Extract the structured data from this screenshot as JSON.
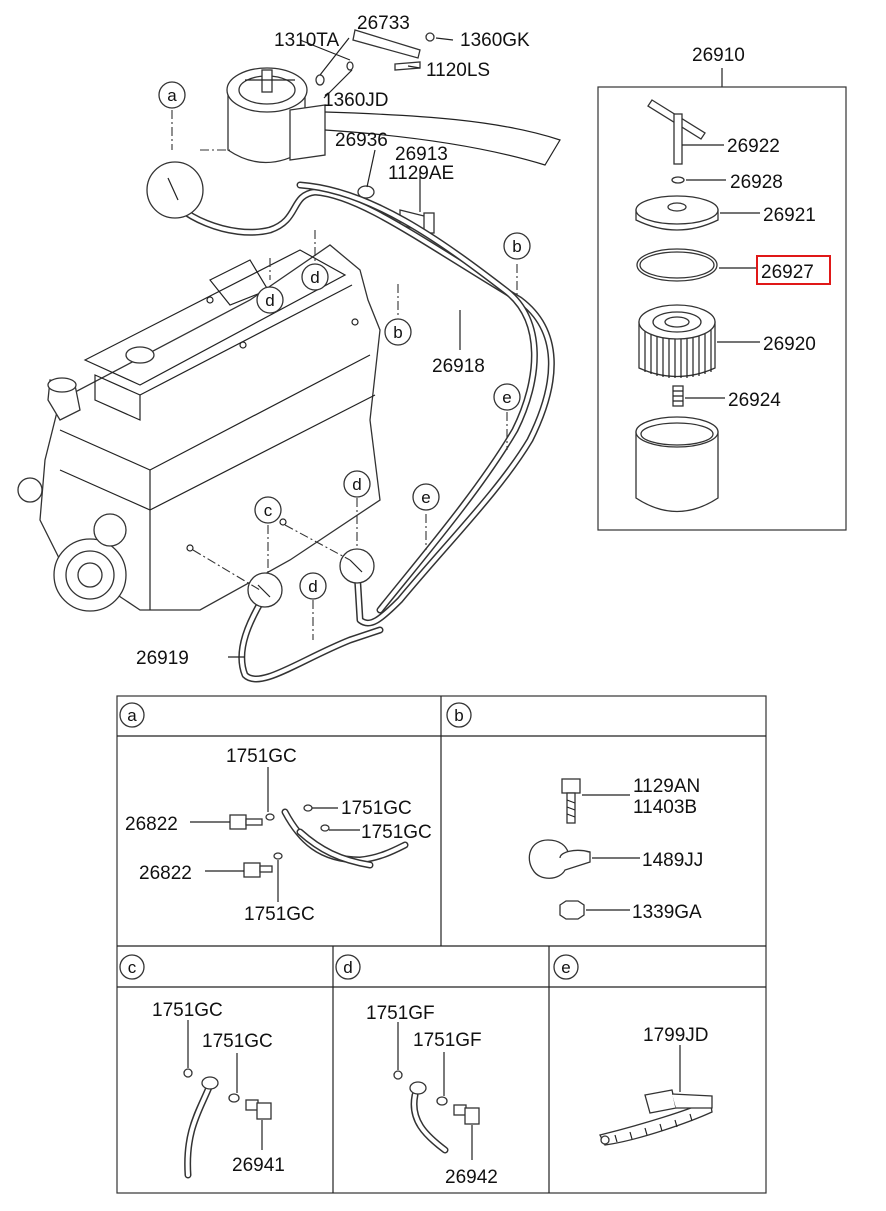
{
  "main_labels": {
    "p26733": "26733",
    "p1310TA": "1310TA",
    "p1360GK": "1360GK",
    "p1120LS": "1120LS",
    "p1360JD": "1360JD",
    "p26936": "26936",
    "p26913": "26913",
    "p1129AE": "1129AE",
    "p26918": "26918",
    "p26919": "26919"
  },
  "callouts": {
    "a": "a",
    "b1": "b",
    "b2": "b",
    "d1": "d",
    "d2": "d",
    "d3": "d",
    "d4": "d",
    "c": "c",
    "e1": "e",
    "e2": "e"
  },
  "filter_assembly": {
    "title": "26910",
    "parts": [
      "26922",
      "26928",
      "26921",
      "26927",
      "26920",
      "26924"
    ],
    "highlighted": "26927",
    "highlight_color": "#e01818"
  },
  "detail_a": {
    "letter": "a",
    "labels": [
      "1751GC",
      "1751GC",
      "1751GC",
      "1751GC",
      "26822",
      "26822"
    ]
  },
  "detail_b": {
    "letter": "b",
    "labels": [
      "1129AN",
      "11403B",
      "1489JJ",
      "1339GA"
    ]
  },
  "detail_c": {
    "letter": "c",
    "labels": [
      "1751GC",
      "1751GC",
      "26941"
    ]
  },
  "detail_d": {
    "letter": "d",
    "labels": [
      "1751GF",
      "1751GF",
      "26942"
    ]
  },
  "detail_e": {
    "letter": "e",
    "labels": [
      "1799JD"
    ]
  }
}
